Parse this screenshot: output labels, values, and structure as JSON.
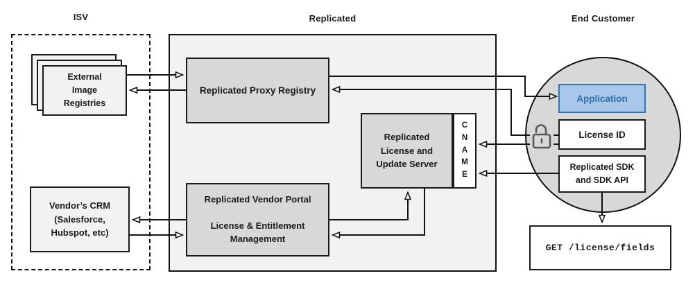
{
  "titles": {
    "isv": "ISV",
    "replicated": "Replicated",
    "end_customer": "End Customer"
  },
  "nodes": {
    "external_image_registries": {
      "label": "External\nImage\nRegistries"
    },
    "vendors_crm": {
      "label": "Vendor’s CRM\n(Salesforce,\nHubspot, etc)"
    },
    "proxy_registry": {
      "label": "Replicated Proxy Registry"
    },
    "license_update_server": {
      "label": "Replicated\nLicense and\nUpdate Server"
    },
    "cname": {
      "label": "CNAME"
    },
    "vendor_portal": {
      "label": "Replicated Vendor Portal\n\nLicense & Entitlement\nManagement"
    },
    "application": {
      "label": "Application"
    },
    "license_id": {
      "label": "License ID"
    },
    "replicated_sdk": {
      "label": "Replicated SDK\nand SDK API"
    },
    "get_endpoint": {
      "label": "GET /license/fields"
    }
  },
  "icons": {
    "lock": "open-padlock"
  },
  "colors": {
    "application_fill": "#a9c7e8",
    "application_border": "#2e75b6",
    "application_text": "#2e6fad",
    "inner_box_fill": "#d8d8d8",
    "outer_box_fill": "#f2f2f2",
    "circle_fill": "#d8d8d8",
    "line": "#111111",
    "lock_stroke": "#575757"
  },
  "connections": [
    {
      "from": "external_image_registries",
      "to": "proxy_registry"
    },
    {
      "from": "proxy_registry",
      "to": "external_image_registries"
    },
    {
      "from": "proxy_registry",
      "to": "application"
    },
    {
      "from": "license_id",
      "to": "proxy_registry"
    },
    {
      "from": "license_id",
      "to": "cname"
    },
    {
      "from": "replicated_sdk",
      "to": "cname"
    },
    {
      "from": "replicated_sdk",
      "to": "get_endpoint"
    },
    {
      "from": "vendor_portal",
      "to": "vendors_crm"
    },
    {
      "from": "vendors_crm",
      "to": "vendor_portal"
    },
    {
      "from": "vendor_portal",
      "to": "license_update_server"
    },
    {
      "from": "license_update_server",
      "to": "vendor_portal"
    }
  ]
}
